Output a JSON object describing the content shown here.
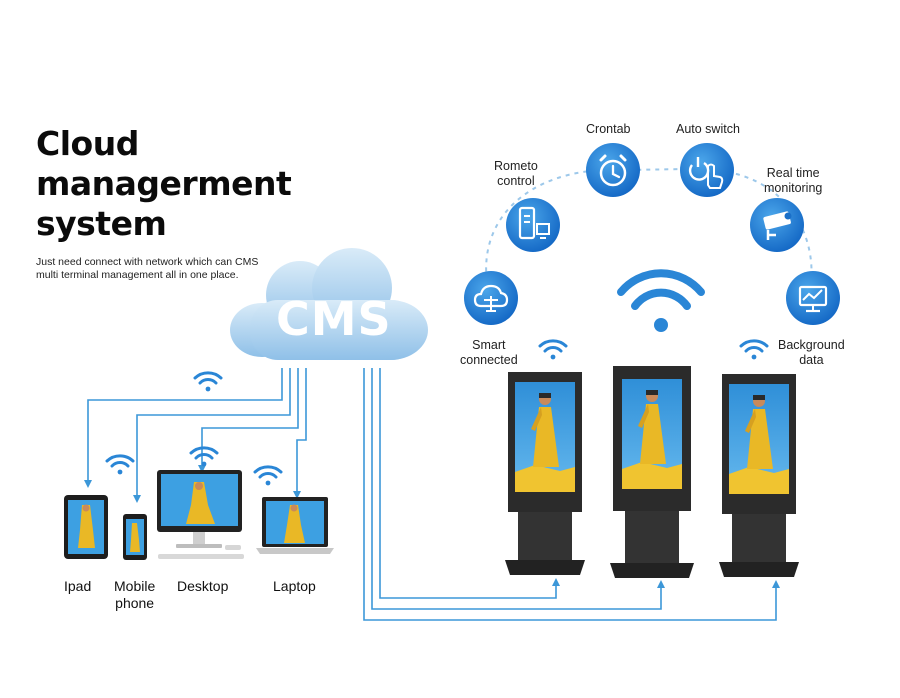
{
  "title": {
    "line1": "Cloud",
    "line2": "managerment",
    "line3": "system"
  },
  "description": {
    "line1": "Just need connect with network which can CMS",
    "line2": "multi terminal management all in one place."
  },
  "cloud_label": "CMS",
  "features": {
    "crontab": "Crontab",
    "auto_switch": "Auto switch",
    "remote_control": {
      "line1": "Rometo",
      "line2": "control"
    },
    "real_time": {
      "line1": "Real time",
      "line2": "monitoring"
    },
    "smart_connected": {
      "line1": "Smart",
      "line2": "connected"
    },
    "background_data": {
      "line1": "Background",
      "line2": "data"
    }
  },
  "devices": {
    "ipad": "Ipad",
    "mobile": {
      "line1": "Mobile",
      "line2": "phone"
    },
    "desktop": "Desktop",
    "laptop": "Laptop"
  },
  "colors": {
    "accent": "#2a86d6",
    "line": "#3c97d8",
    "dashed": "#9dc8ea",
    "cloud": "#bfdcf2",
    "kiosk": "#2b2b2b"
  }
}
